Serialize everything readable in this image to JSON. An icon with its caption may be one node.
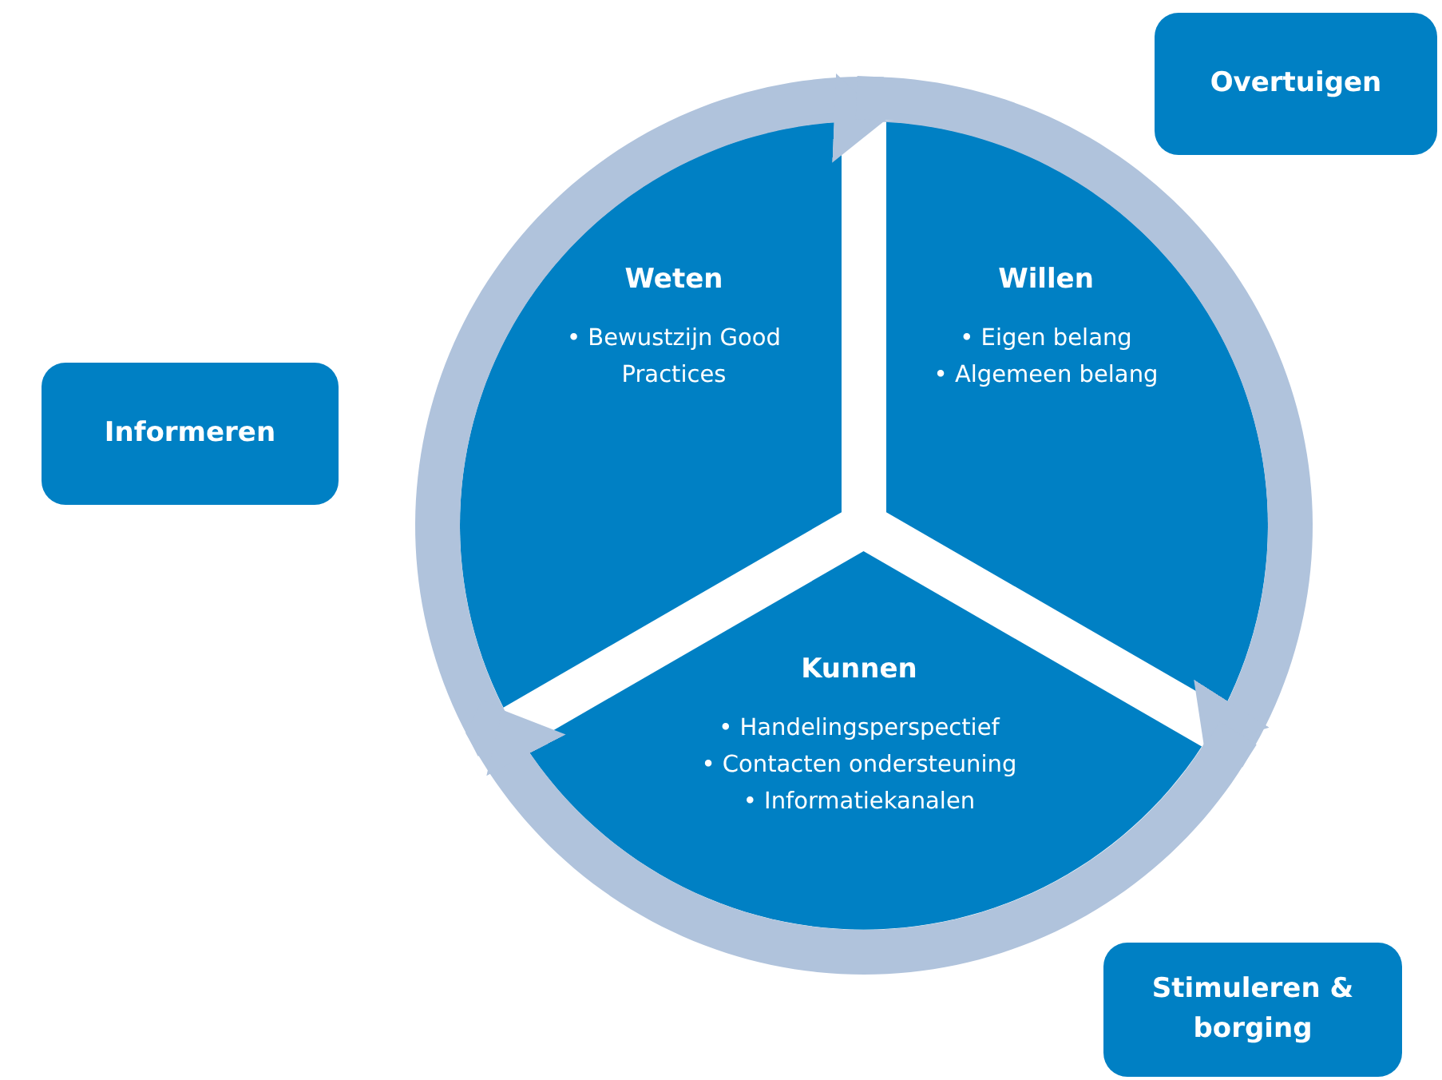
{
  "diagram": {
    "nodes": [
      {
        "text": [
          "Overtuigen"
        ]
      },
      {
        "text": [
          "Weten",
          "• Bewustzijn Good Practices"
        ]
      },
      {
        "text": [
          "Willen",
          "• Eigen belang",
          "• Algemeen belang"
        ]
      },
      {
        "text": [
          "Informeren"
        ]
      },
      {
        "text": [
          "Kunnen",
          "• Handelingsperspectief",
          "• Contacten ondersteuning",
          "• Informatiekanalen"
        ]
      },
      {
        "text": [
          "Stimuleren & borging"
        ]
      }
    ],
    "edges": [
      {
        "from": 1,
        "to": 2,
        "arrow": "to"
      },
      {
        "from": 2,
        "to": 4,
        "arrow": "to"
      },
      {
        "from": 4,
        "to": 1,
        "arrow": "to"
      }
    ]
  }
}
